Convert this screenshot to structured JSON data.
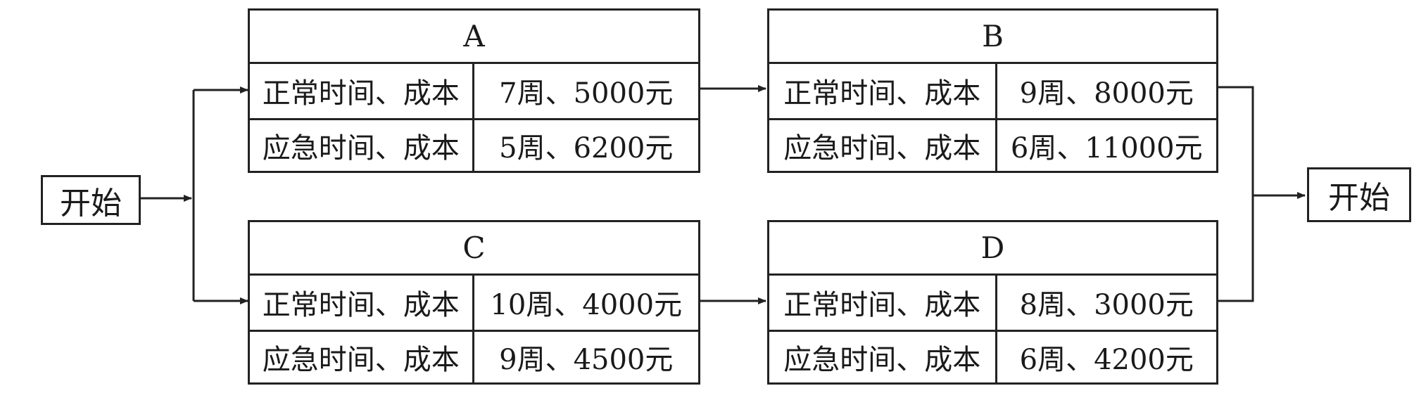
{
  "start_label": "开始",
  "end_label": "开始",
  "tasks": [
    {
      "id": "A",
      "rows": [
        {
          "label": "正常时间、成本",
          "value": "7周、5000元"
        },
        {
          "label": "应急时间、成本",
          "value": "5周、6200元"
        }
      ]
    },
    {
      "id": "B",
      "rows": [
        {
          "label": "正常时间、成本",
          "value": "9周、8000元"
        },
        {
          "label": "应急时间、成本",
          "value": "6周、11000元"
        }
      ]
    },
    {
      "id": "C",
      "rows": [
        {
          "label": "正常时间、成本",
          "value": "10周、4000元"
        },
        {
          "label": "应急时间、成本",
          "value": "9周、4500元"
        }
      ]
    },
    {
      "id": "D",
      "rows": [
        {
          "label": "正常时间、成本",
          "value": "8周、3000元"
        },
        {
          "label": "应急时间、成本",
          "value": "6周、4200元"
        }
      ]
    }
  ]
}
